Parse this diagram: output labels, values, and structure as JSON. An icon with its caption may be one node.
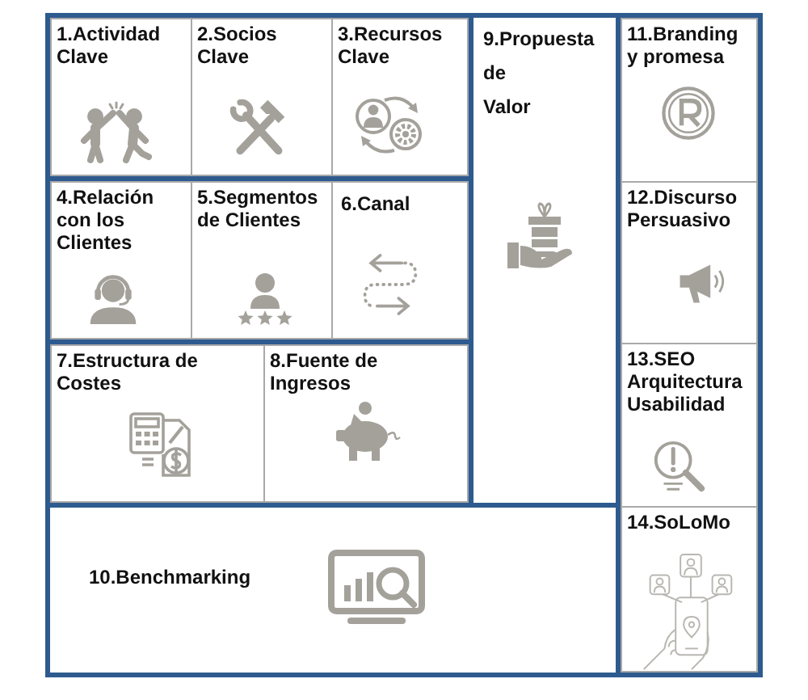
{
  "diagram": {
    "nodes": [
      {
        "text": [],
        "shape": "box"
      },
      {
        "text": [
          "1.Actividad Clave"
        ],
        "in": 0
      },
      {
        "text": [
          "2.Socios Clave"
        ],
        "in": 0
      },
      {
        "text": [
          "3.Recursos Clave"
        ],
        "in": 0
      },
      {
        "text": [
          "9.Propuesta de Valor"
        ]
      },
      {
        "text": [],
        "shape": "box"
      },
      {
        "text": [
          "11.Branding y promesa"
        ],
        "in": 5
      },
      {
        "text": [],
        "shape": "box"
      },
      {
        "text": [
          "4.Relación con los Clientes"
        ],
        "in": 7
      },
      {
        "text": [
          "5.Segmentos de Clientes"
        ],
        "in": 7
      },
      {
        "text": [
          "6.Canal"
        ],
        "in": 7
      },
      {
        "text": [
          "12.Discurso Persuasivo"
        ],
        "in": 5
      },
      {
        "text": [],
        "shape": "box"
      },
      {
        "text": [
          "7.Estructura de Costes"
        ],
        "in": 12
      },
      {
        "text": [
          "8.Fuente de Ingresos"
        ],
        "in": 12
      },
      {
        "text": [
          "13.SEO Arquitectura Usabilidad"
        ],
        "in": 5
      },
      {
        "text": [
          "10.Benchmarking"
        ]
      },
      {
        "text": [
          "14.SoLoMo"
        ],
        "in": 5
      }
    ]
  }
}
